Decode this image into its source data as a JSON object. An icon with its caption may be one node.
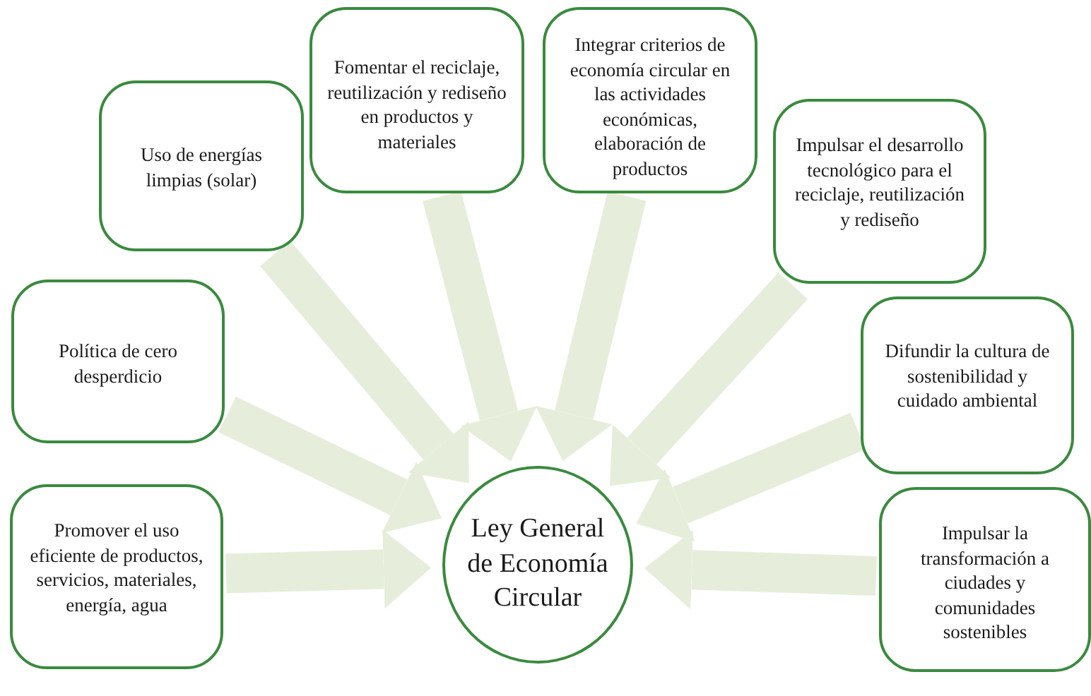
{
  "diagram": {
    "nodes": [
      {
        "text": [
          "Fomentar el reciclaje, reutilización y rediseño en productos y materiales"
        ]
      },
      {
        "text": [
          "Integrar criterios de economía circular en las actividades económicas, elaboración de productos"
        ]
      },
      {
        "text": [
          "Uso de energías limpias (solar)"
        ]
      },
      {
        "text": [
          "Impulsar el desarrollo tecnológico para el reciclaje, reutilización y rediseño"
        ]
      },
      {
        "text": [
          "Política de cero desperdicio"
        ]
      },
      {
        "text": [
          "Difundir la cultura de sostenibilidad y cuidado ambiental"
        ]
      },
      {
        "text": [
          "Ley General de Economía Circular"
        ]
      },
      {
        "text": [
          "Promover el uso eficiente de productos, servicios, materiales, energía, agua"
        ]
      },
      {
        "text": [
          "Impulsar la transformación a ciudades y comunidades sostenibles"
        ]
      }
    ],
    "edges": [
      {
        "from": 0,
        "to": 6,
        "arrow": "to"
      },
      {
        "from": 1,
        "to": 6,
        "arrow": "to"
      },
      {
        "from": 2,
        "to": 6,
        "arrow": "to"
      },
      {
        "from": 3,
        "to": 6,
        "arrow": "to"
      },
      {
        "from": 4,
        "to": 6,
        "arrow": "to"
      },
      {
        "from": 5,
        "to": 6,
        "arrow": "to"
      },
      {
        "from": 7,
        "to": 6,
        "arrow": "to"
      },
      {
        "from": 8,
        "to": 6,
        "arrow": "to"
      }
    ]
  }
}
